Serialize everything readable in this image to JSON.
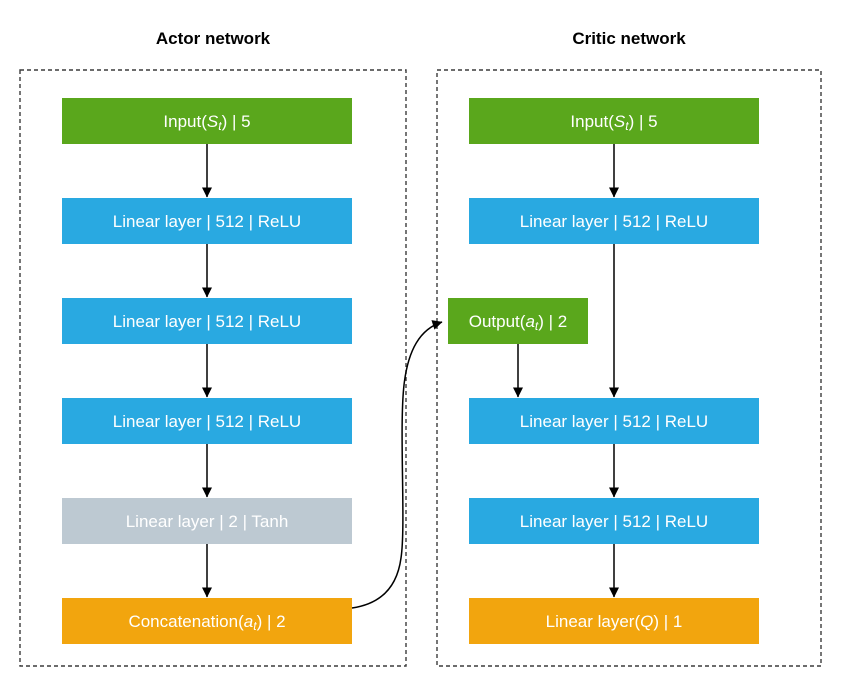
{
  "diagram": {
    "actor": {
      "title": "Actor network",
      "nodes": [
        {
          "name": "input",
          "label": {
            "pre": "Input(",
            "var": "S",
            "sub": "t",
            "post": ") | 5"
          },
          "color": "#5aa71c",
          "text_color": "#ffffff"
        },
        {
          "name": "hidden1",
          "label": {
            "pre": "Linear layer | 512 | ReLU",
            "var": "",
            "sub": "",
            "post": ""
          },
          "color": "#29a9e1",
          "text_color": "#ffffff"
        },
        {
          "name": "hidden2",
          "label": {
            "pre": "Linear layer | 512 | ReLU",
            "var": "",
            "sub": "",
            "post": ""
          },
          "color": "#29a9e1",
          "text_color": "#ffffff"
        },
        {
          "name": "hidden3",
          "label": {
            "pre": "Linear layer | 512 | ReLU",
            "var": "",
            "sub": "",
            "post": ""
          },
          "color": "#29a9e1",
          "text_color": "#ffffff"
        },
        {
          "name": "tanh",
          "label": {
            "pre": "Linear layer | 2 | Tanh",
            "var": "",
            "sub": "",
            "post": ""
          },
          "color": "#bdc9d2",
          "text_color": "#ffffff"
        },
        {
          "name": "concat",
          "label": {
            "pre": "Concatenation(",
            "var": "a",
            "sub": "t",
            "post": ") | 2"
          },
          "color": "#f2a50e",
          "text_color": "#ffffff"
        }
      ]
    },
    "critic": {
      "title": "Critic network",
      "nodes": [
        {
          "name": "input",
          "label": {
            "pre": "Input(",
            "var": "S",
            "sub": "t",
            "post": ") | 5"
          },
          "color": "#5aa71c",
          "text_color": "#ffffff"
        },
        {
          "name": "hidden1",
          "label": {
            "pre": "Linear layer | 512 | ReLU",
            "var": "",
            "sub": "",
            "post": ""
          },
          "color": "#29a9e1",
          "text_color": "#ffffff"
        },
        {
          "name": "output",
          "label": {
            "pre": "Output(",
            "var": "a",
            "sub": "t",
            "post": ") | 2"
          },
          "color": "#5aa71c",
          "text_color": "#ffffff"
        },
        {
          "name": "hidden2",
          "label": {
            "pre": "Linear layer | 512 | ReLU",
            "var": "",
            "sub": "",
            "post": ""
          },
          "color": "#29a9e1",
          "text_color": "#ffffff"
        },
        {
          "name": "hidden3",
          "label": {
            "pre": "Linear layer | 512 | ReLU",
            "var": "",
            "sub": "",
            "post": ""
          },
          "color": "#29a9e1",
          "text_color": "#ffffff"
        },
        {
          "name": "q",
          "label": {
            "pre": "Linear layer(",
            "var": "Q",
            "sub": "",
            "post": ") | 1"
          },
          "color": "#f2a50e",
          "text_color": "#ffffff"
        }
      ]
    },
    "colors": {
      "green": "#5aa71c",
      "blue": "#29a9e1",
      "gray": "#bdc9d2",
      "orange": "#f2a50e",
      "arrow": "#000000",
      "dashed_border": "#3c3c3c",
      "background": "#ffffff"
    }
  }
}
